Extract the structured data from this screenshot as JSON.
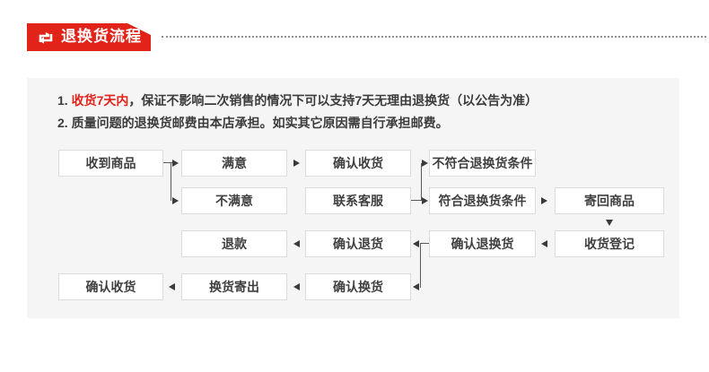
{
  "header": {
    "badge_label": "退换货流程",
    "badge_color": "#e2231a",
    "icon": "exchange-arrows-icon"
  },
  "notes": [
    {
      "num": "1.",
      "highlight": "收货7天内",
      "rest": "，保证不影响二次销售的情况下可以支持7天无理由退换货（以公告为准）"
    },
    {
      "num": "2.",
      "rest": "质量问题的退换货邮费由本店承担。如实其它原因需自行承担邮费。"
    }
  ],
  "flow": {
    "nodes": [
      {
        "label": "收到商品"
      },
      {
        "label": "满意"
      },
      {
        "label": "确认收货"
      },
      {
        "label": "不符合退换货条件"
      },
      {
        "label": "不满意"
      },
      {
        "label": "联系客服"
      },
      {
        "label": "符合退换货条件"
      },
      {
        "label": "寄回商品"
      },
      {
        "label": "退款"
      },
      {
        "label": "确认退货"
      },
      {
        "label": "确认退换货"
      },
      {
        "label": "收货登记"
      },
      {
        "label": "确认收货"
      },
      {
        "label": "换货寄出"
      },
      {
        "label": "确认换货"
      }
    ],
    "edges": [
      "收到商品→满意",
      "收到商品→不满意",
      "满意→确认收货",
      "联系客服→不符合退换货条件",
      "联系客服→符合退换货条件",
      "符合退换货条件→寄回商品",
      "寄回商品→收货登记",
      "收货登记→确认退换货",
      "确认退换货→确认退货",
      "确认退换货→确认换货",
      "确认退货→退款",
      "确认换货→换货寄出",
      "换货寄出→确认收货"
    ]
  },
  "colors": {
    "accent_red": "#e2231a",
    "panel_bg": "#f5f5f5",
    "box_border": "#dcdcdc",
    "box_text": "#3f3f3f",
    "line": "#5a5a5a"
  }
}
